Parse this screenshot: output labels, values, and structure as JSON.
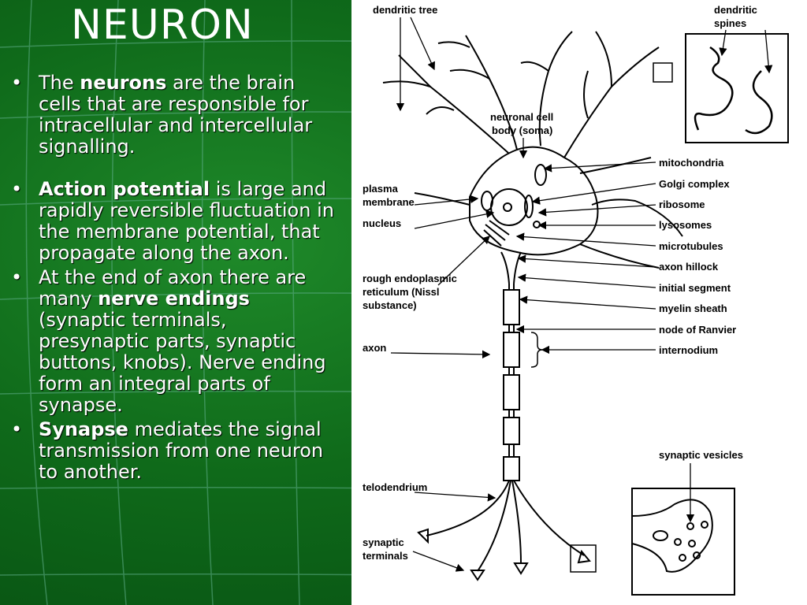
{
  "slide": {
    "title": "NEURON",
    "bullets": [
      {
        "pre": "The ",
        "bold": "neurons",
        "post": " are the brain cells that are responsible for intracellular and intercellular signalling."
      },
      {
        "pre": "",
        "bold": "Action potential",
        "post": " is large and rapidly reversible fluctuation in the membrane potential, that propagate along the axon."
      },
      {
        "pre": "At the end of axon there are many ",
        "bold": "nerve endings",
        "post": " (synaptic terminals, presynaptic parts, synaptic buttons, knobs). Nerve ending form an integral parts of synapse."
      },
      {
        "pre": "",
        "bold": "Synapse",
        "post": " mediates the signal transmission from one neuron to another."
      }
    ]
  },
  "diagram": {
    "labels": {
      "dendritic_tree": "dendritic tree",
      "dendritic_spines_1": "dendritic",
      "dendritic_spines_2": "spines",
      "cell_body_1": "neuronal cell",
      "cell_body_2": "body (soma)",
      "plasma_1": "plasma",
      "plasma_2": "membrane",
      "nucleus": "nucleus",
      "rer_1": "rough endoplasmic",
      "rer_2": "reticulum (Nissl",
      "rer_3": "substance)",
      "axon": "axon",
      "telodendrium": "telodendrium",
      "synaptic_terminals_1": "synaptic",
      "synaptic_terminals_2": "terminals",
      "synaptic_vesicles": "synaptic vesicles"
    },
    "right_labels": [
      "mitochondria",
      "Golgi complex",
      "ribosome",
      "lysosomes",
      "microtubules",
      "axon hillock",
      "initial segment",
      "myelin sheath",
      "node of Ranvier",
      "internodium"
    ]
  }
}
